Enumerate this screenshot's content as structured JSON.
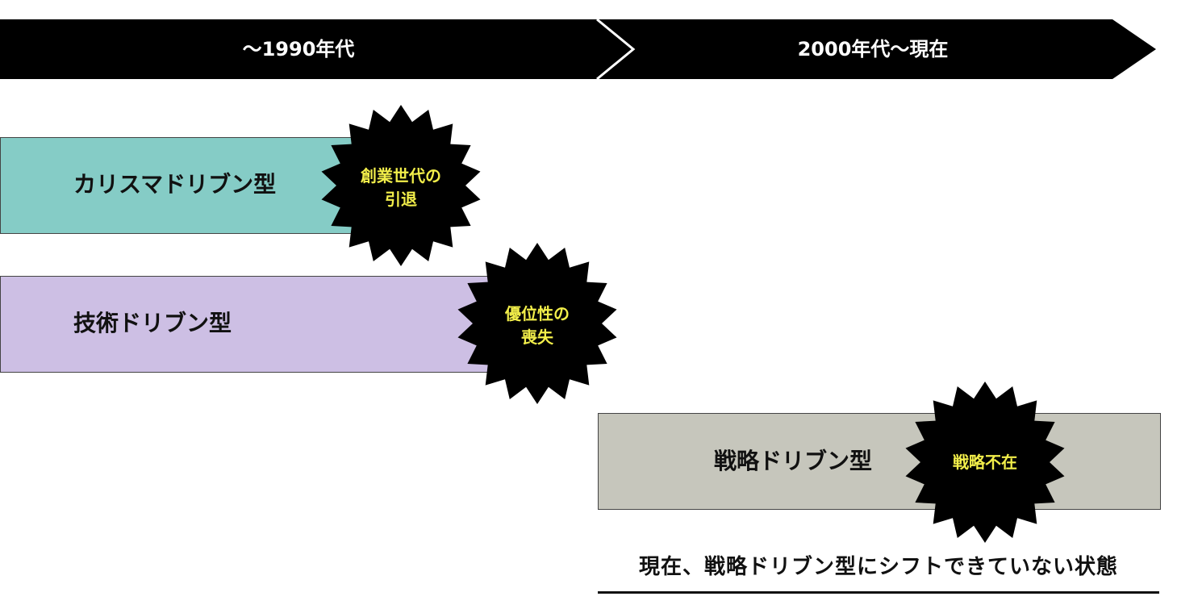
{
  "timeline": {
    "period_before": "〜1990年代",
    "period_after": "2000年代〜現在"
  },
  "bands": [
    {
      "label": "カリスマドリブン型",
      "burst_lines": [
        "創業世代の",
        "引退"
      ],
      "color": "#85ccc6"
    },
    {
      "label": "技術ドリブン型",
      "burst_lines": [
        "優位性の",
        "喪失"
      ],
      "color": "#cdbfe4"
    },
    {
      "label": "戦略ドリブン型",
      "burst_lines": [
        "戦略不在"
      ],
      "color": "#c6c6bc"
    }
  ],
  "footnote": "現在、戦略ドリブン型にシフトできていない状態",
  "colors": {
    "timeline": "#000000",
    "burst": "#000000",
    "burst_text": "#f2ee4a"
  }
}
